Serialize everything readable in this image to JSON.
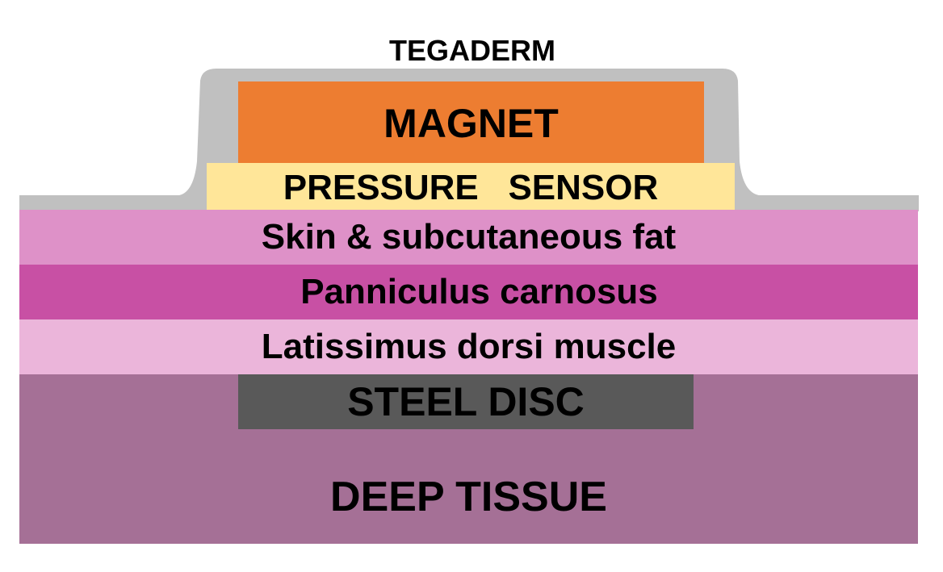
{
  "diagram": {
    "tegaderm_label": "TEGADERM",
    "magnet_label": "MAGNET",
    "pressure_sensor_label": "PRESSURE   SENSOR",
    "skin_label": "Skin & subcutaneous fat",
    "panniculus_label": "Panniculus carnosus",
    "latissimus_label": "Latissimus dorsi muscle",
    "steel_disc_label": "STEEL DISC",
    "deep_tissue_label": "DEEP TISSUE"
  },
  "colors": {
    "tegaderm": "#c0c0c0",
    "magnet": "#ed7d31",
    "pressure_sensor": "#ffe699",
    "skin": "#de91c8",
    "panniculus": "#c850a4",
    "latissimus": "#ebb5da",
    "steel_disc": "#595959",
    "deep_tissue": "#a57096"
  }
}
